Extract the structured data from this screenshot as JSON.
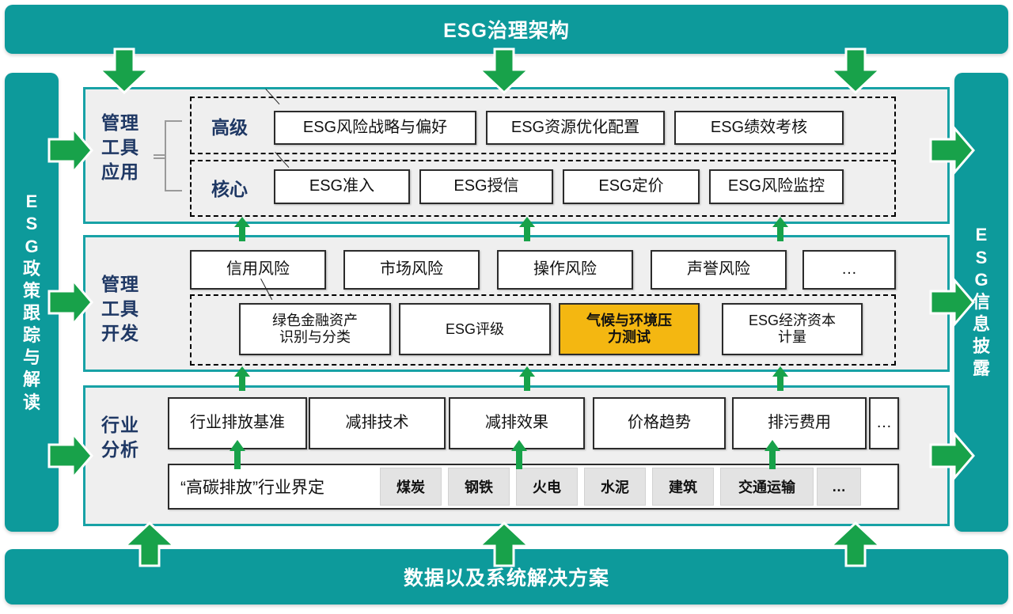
{
  "title": "ESG治理架构",
  "banners": {
    "top": "ESG治理架构",
    "bottom": "数据以及系统解决方案"
  },
  "rails": {
    "left": {
      "name": "ESG政策跟踪与解读",
      "chars": [
        "E",
        "S",
        "G",
        "政",
        "策",
        "跟",
        "踪",
        "与",
        "解",
        "读"
      ]
    },
    "right": {
      "name": "ESG信息披露",
      "chars": [
        "E",
        "S",
        "G",
        "信",
        "息",
        "披",
        "露"
      ]
    }
  },
  "rows": [
    {
      "label": "管理工具应用",
      "label_lines": [
        "管理",
        "工具",
        "应用"
      ],
      "tiers": [
        {
          "name": "高级",
          "items": [
            "ESG风险战略与偏好",
            "ESG资源优化配置",
            "ESG绩效考核"
          ]
        },
        {
          "name": "核心",
          "items": [
            "ESG准入",
            "ESG授信",
            "ESG定价",
            "ESG风险监控"
          ]
        }
      ]
    },
    {
      "label": "管理工具开发",
      "label_lines": [
        "管理",
        "工具",
        "开发"
      ],
      "risks": [
        "信用风险",
        "市场风险",
        "操作风险",
        "声誉风险",
        "…"
      ],
      "tools": [
        {
          "text": "绿色金融资产识别与分类",
          "lines": [
            "绿色金融资产",
            "识别与分类"
          ],
          "highlight": false
        },
        {
          "text": "ESG评级",
          "lines": [
            "ESG评级"
          ],
          "highlight": false
        },
        {
          "text": "气候与环境压力测试",
          "lines": [
            "气候与环境压",
            "力测试"
          ],
          "highlight": true
        },
        {
          "text": "ESG经济资本计量",
          "lines": [
            "ESG经济资本",
            "计量"
          ],
          "highlight": false
        }
      ]
    },
    {
      "label": "行业分析",
      "label_lines": [
        "行业",
        "分析"
      ],
      "metrics": [
        "行业排放基准",
        "减排技术",
        "减排效果",
        "价格趋势",
        "排污费用",
        "…"
      ],
      "definition_label": "“高碳排放”行业界定",
      "industries": [
        "煤炭",
        "钢铁",
        "火电",
        "水泥",
        "建筑",
        "交通运输",
        "…"
      ]
    }
  ],
  "colors": {
    "teal": "#0d9a9b",
    "panel_border": "#18a2a6",
    "panel_bg": "#efefef",
    "arrow_green": "#1a9648",
    "label_navy": "#1f3864",
    "highlight_orange": "#f4b711",
    "chip_gray": "#e3e3e3"
  }
}
